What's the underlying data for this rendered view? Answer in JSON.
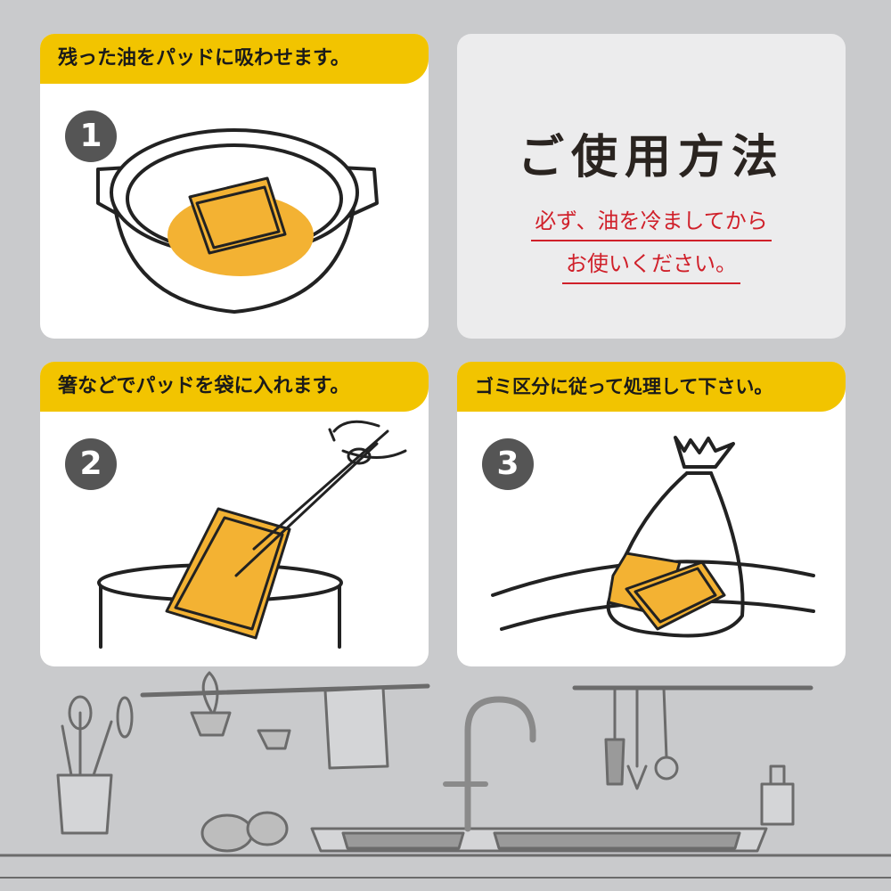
{
  "steps": [
    {
      "number": "1",
      "caption": "残った油をパッドに吸わせます。"
    },
    {
      "number": "2",
      "caption": "箸などでパッドを袋に入れます。"
    },
    {
      "number": "3",
      "caption": "ゴミ区分に従って処理して下さい。"
    }
  ],
  "usage": {
    "title": "ご使用方法",
    "note_line1": "必ず、油を冷ましてから",
    "note_line2": "お使いください。"
  },
  "colors": {
    "banner_yellow": "#f2c400",
    "pad_orange": "#f3b233",
    "note_red": "#d0202a",
    "background_gray": "#c9cacc"
  }
}
